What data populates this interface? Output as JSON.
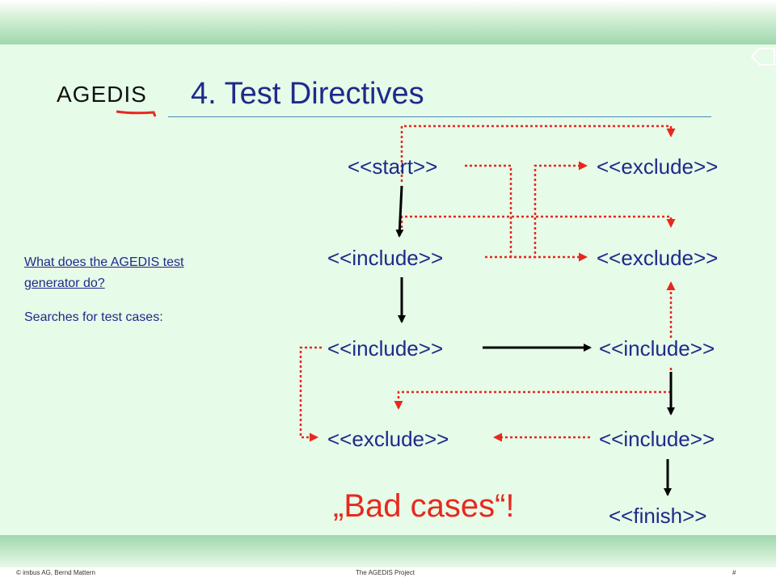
{
  "header": {
    "logo_text": "AGEDIS",
    "title": "4. Test Directives"
  },
  "notes": {
    "question": "What does the AGEDIS test generator do?",
    "question_line1": "What does the AGEDIS test",
    "question_line2": "generator do?",
    "answer": "Searches for test cases:"
  },
  "diagram": {
    "nodes": {
      "start": "<<start>>",
      "exclude_1": "<<exclude>>",
      "include_1": "<<include>>",
      "exclude_2": "<<exclude>>",
      "include_2": "<<include>>",
      "include_3": "<<include>>",
      "exclude_3": "<<exclude>>",
      "include_4": "<<include>>",
      "finish": "<<finish>>"
    },
    "edges": [
      {
        "from": "start",
        "to": "include_1",
        "style": "solid"
      },
      {
        "from": "include_1",
        "to": "include_2",
        "style": "solid"
      },
      {
        "from": "include_2",
        "to": "include_3",
        "style": "solid"
      },
      {
        "from": "include_3",
        "to": "include_4",
        "style": "solid"
      },
      {
        "from": "include_4",
        "to": "finish",
        "style": "solid"
      },
      {
        "from": "start",
        "to": "exclude_1",
        "style": "dotted"
      },
      {
        "from": "start",
        "to": "exclude_2",
        "style": "dotted"
      },
      {
        "from": "include_1",
        "to": "exclude_1",
        "style": "dotted"
      },
      {
        "from": "include_1",
        "to": "exclude_2",
        "style": "dotted"
      },
      {
        "from": "include_3",
        "to": "exclude_2",
        "style": "dotted"
      },
      {
        "from": "include_3",
        "to": "exclude_3",
        "style": "dotted"
      },
      {
        "from": "include_2",
        "to": "exclude_3",
        "style": "dotted"
      },
      {
        "from": "include_4",
        "to": "exclude_3",
        "style": "dotted"
      }
    ],
    "colors": {
      "solid": "#000000",
      "dotted": "#e8281e",
      "label": "#1e2a8a"
    }
  },
  "callout": "„Bad cases“!",
  "footer": {
    "left": "© imbus AG, Bernd Mattern",
    "center": "The AGEDIS Project",
    "right": "#"
  }
}
